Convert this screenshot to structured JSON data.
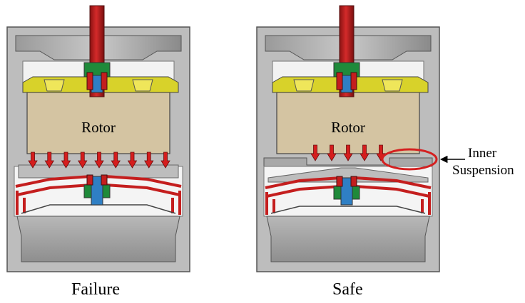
{
  "panels": [
    {
      "caption": "Failure",
      "rotor_label": "Rotor",
      "arrow_count": 9
    },
    {
      "caption": "Safe",
      "rotor_label": "Rotor",
      "arrow_count": 5
    }
  ],
  "annotation": {
    "line1": "Inner",
    "line2": "Suspension"
  },
  "colors": {
    "housing": "#b4b4b4",
    "housing_dark": "#8c8c8c",
    "cavity": "#f4f4f4",
    "rotor": "#d4c4a2",
    "bracket": "#d8d22a",
    "shaft": "#c41e1e",
    "collar": "#1f8a3a",
    "bearing": "#2f7fc4",
    "arrow": "#d51d1d",
    "highlight": "#d42020"
  }
}
